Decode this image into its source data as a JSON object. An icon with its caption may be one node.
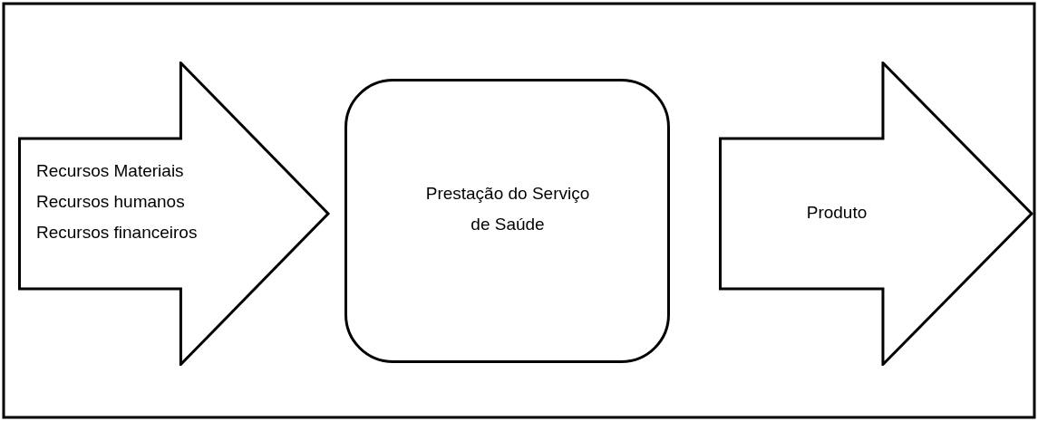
{
  "diagram": {
    "nodes": [
      {
        "text": [
          "Recursos Materiais",
          "Recursos humanos",
          "Recursos financeiros"
        ]
      },
      {
        "text": [
          "Prestação do Serviço de Saúde"
        ]
      },
      {
        "text": [
          "Produto"
        ]
      }
    ]
  }
}
